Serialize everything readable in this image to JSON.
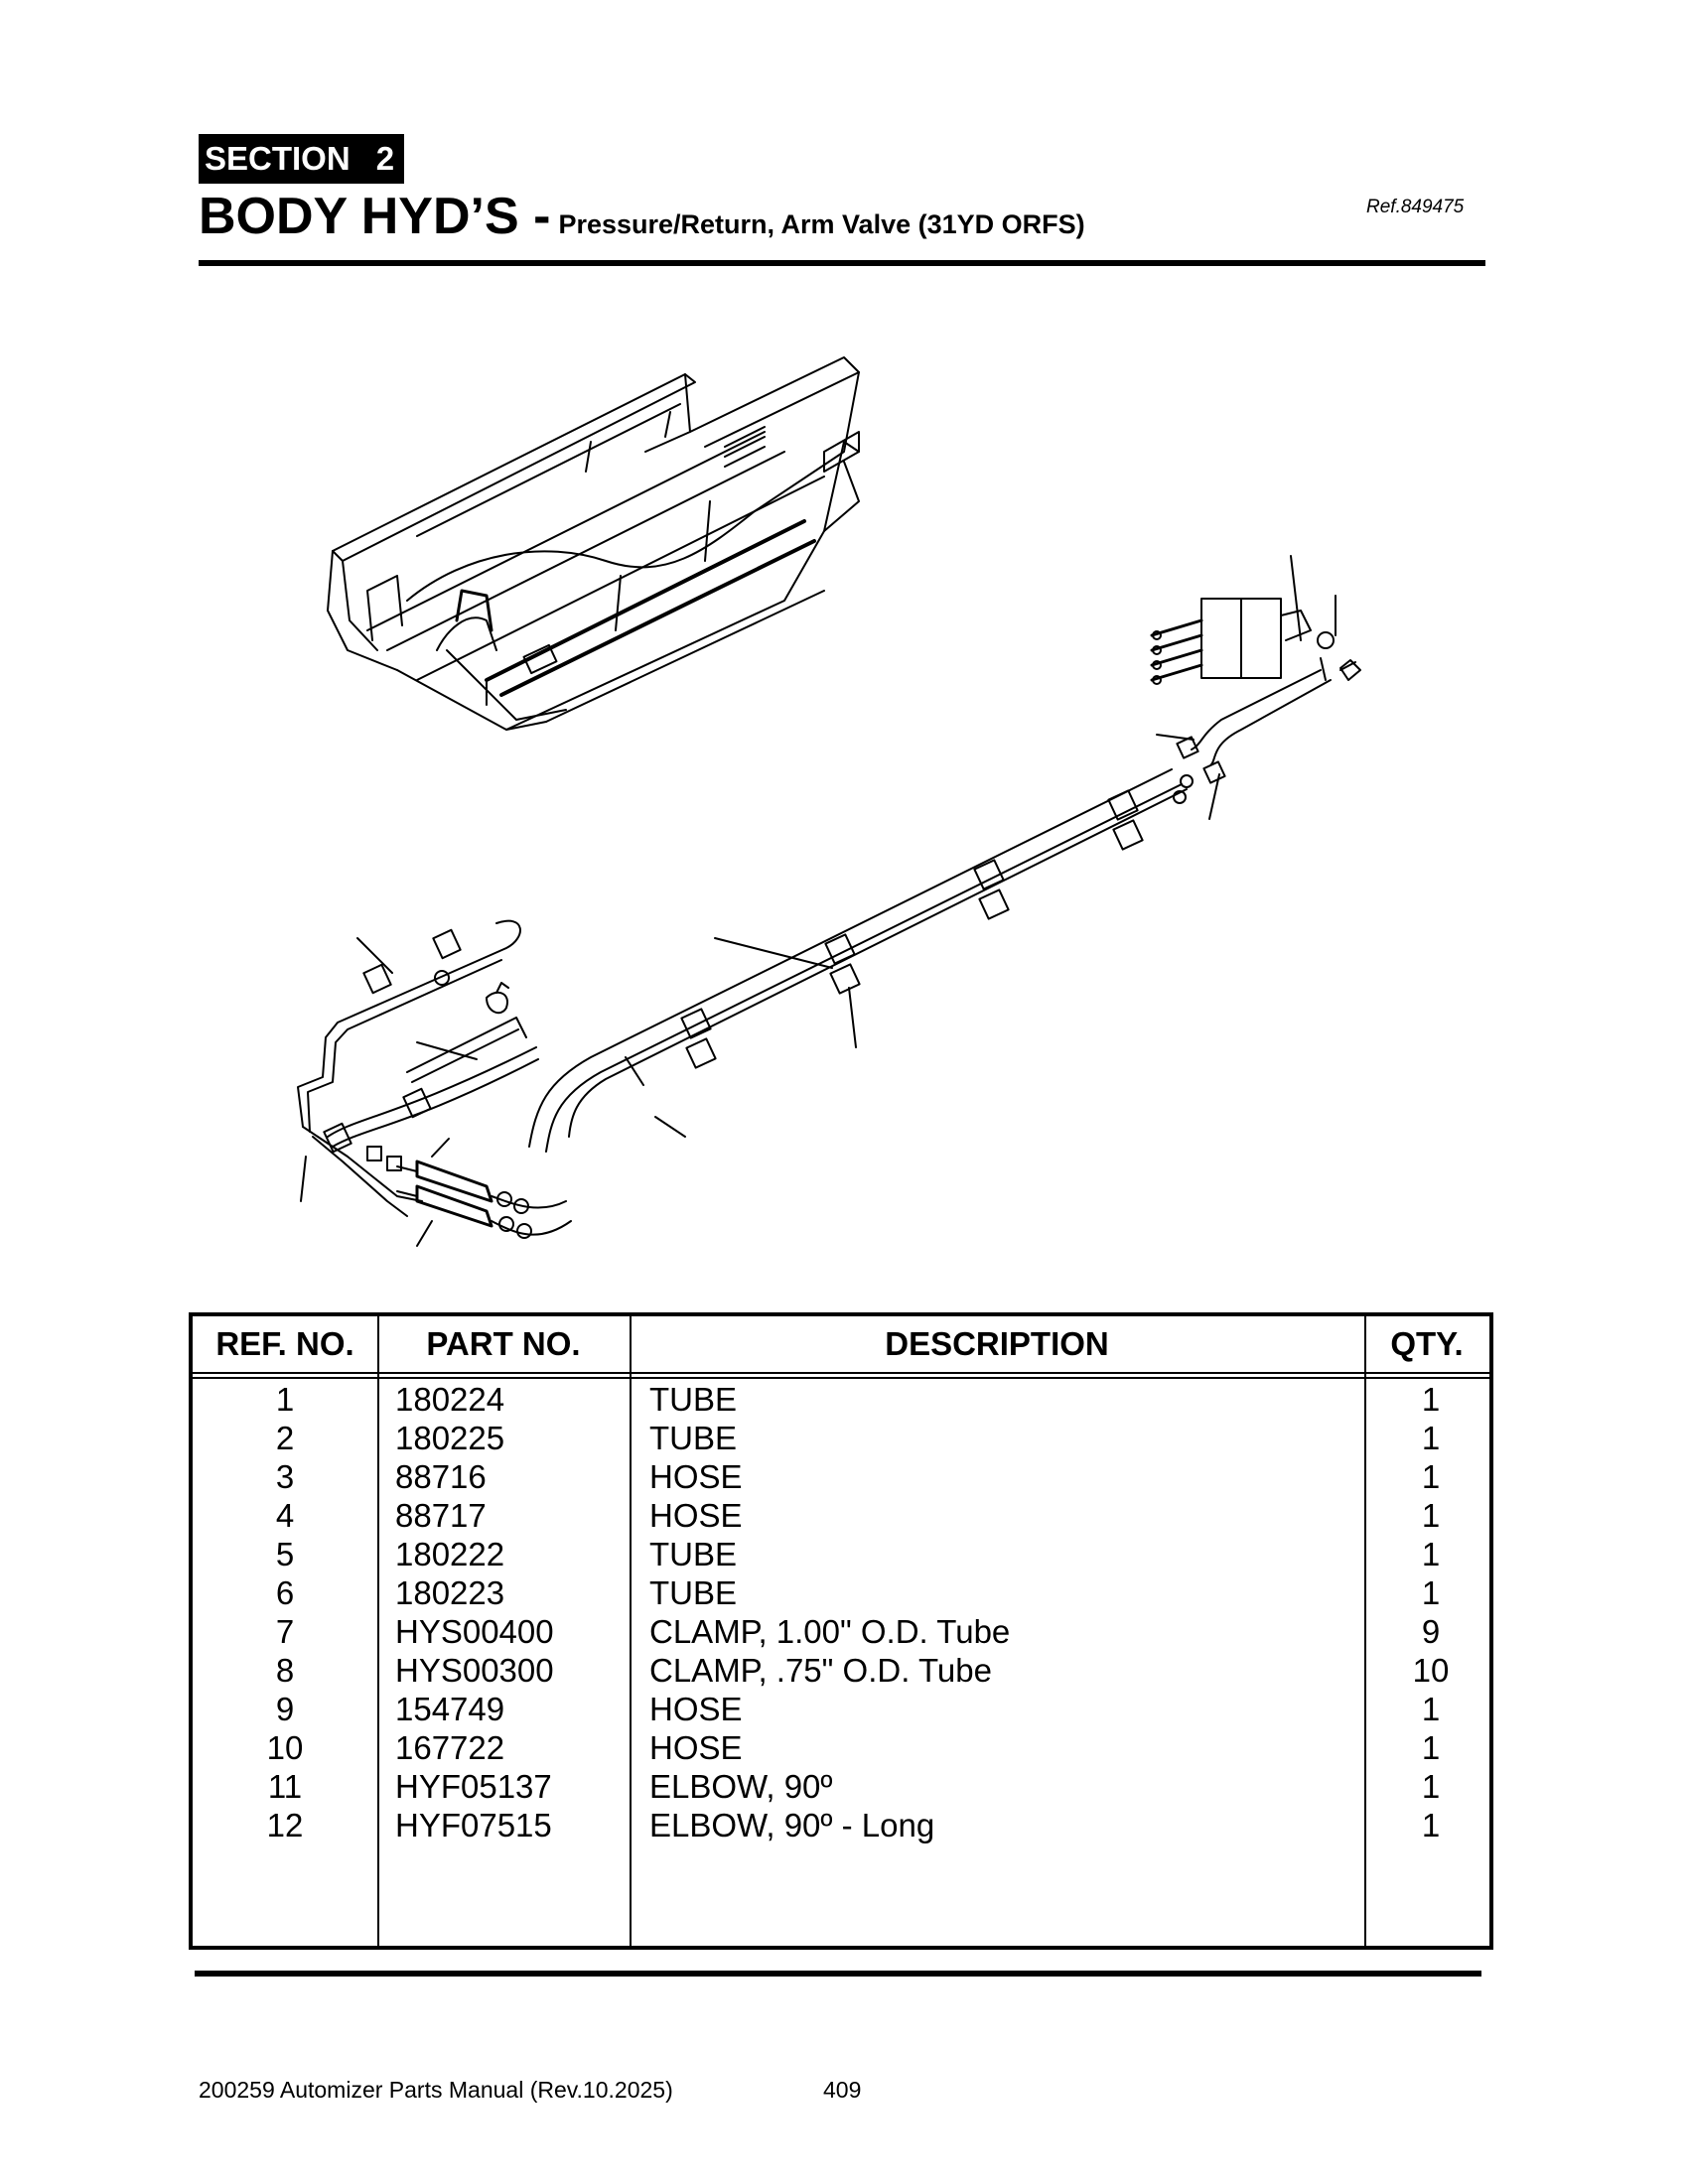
{
  "header": {
    "section_label": "SECTION",
    "section_number": "2",
    "title_main": "BODY HYD’S -",
    "title_sub": "Pressure/Return, Arm Valve (31YD ORFS)",
    "ref": "Ref.849475"
  },
  "parts_table": {
    "headers": [
      "REF. NO.",
      "PART NO.",
      "DESCRIPTION",
      "QTY."
    ],
    "rows": [
      {
        "ref": "1",
        "part": "180224",
        "desc": "TUBE",
        "qty": "1"
      },
      {
        "ref": "2",
        "part": "180225",
        "desc": "TUBE",
        "qty": "1"
      },
      {
        "ref": "3",
        "part": "88716",
        "desc": "HOSE",
        "qty": "1"
      },
      {
        "ref": "4",
        "part": "88717",
        "desc": "HOSE",
        "qty": "1"
      },
      {
        "ref": "5",
        "part": "180222",
        "desc": "TUBE",
        "qty": "1"
      },
      {
        "ref": "6",
        "part": "180223",
        "desc": "TUBE",
        "qty": "1"
      },
      {
        "ref": "7",
        "part": "HYS00400",
        "desc": "CLAMP, 1.00\" O.D. Tube",
        "qty": "9"
      },
      {
        "ref": "8",
        "part": "HYS00300",
        "desc": "CLAMP, .75\" O.D. Tube",
        "qty": "10"
      },
      {
        "ref": "9",
        "part": "154749",
        "desc": "HOSE",
        "qty": "1"
      },
      {
        "ref": "10",
        "part": "167722",
        "desc": "HOSE",
        "qty": "1"
      },
      {
        "ref": "11",
        "part": "HYF05137",
        "desc": "ELBOW, 90º",
        "qty": "1"
      },
      {
        "ref": "12",
        "part": "HYF07515",
        "desc": "ELBOW, 90º - Long",
        "qty": "1"
      }
    ]
  },
  "footer": {
    "manual": "200259 Automizer Parts Manual (Rev.10.2025)",
    "page": "409"
  }
}
